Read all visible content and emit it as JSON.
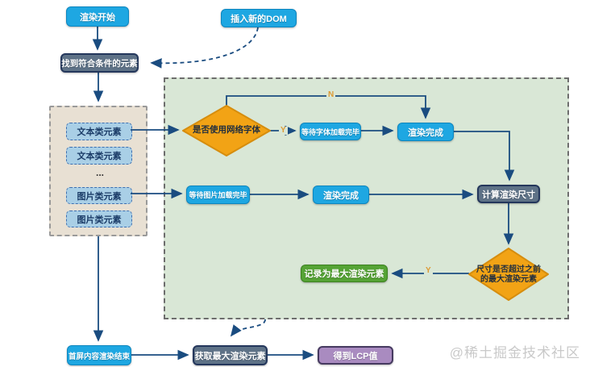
{
  "diagram": {
    "nodes": {
      "render_start": "渲染开始",
      "insert_dom": "插入新的DOM",
      "find_elements": "找到符合条件的元素",
      "text_element_1": "文本类元素",
      "text_element_2": "文本类元素",
      "ellipsis": "...",
      "image_element_1": "图片类元素",
      "image_element_2": "图片类元素",
      "use_webfont": "是否使用网络字体",
      "wait_font": "等待字体加载完毕",
      "render_done_font": "渲染完成",
      "wait_image": "等待图片加载完毕",
      "render_done_image": "渲染完成",
      "calc_size": "计算渲染尺寸",
      "size_check_line1": "尺寸是否超过之前",
      "size_check_line2": "的最大渲染元素",
      "record_max": "记录为最大渲染元素",
      "first_screen_end": "首屏内容渲染结束",
      "get_max": "获取最大渲染元素",
      "lcp_value": "得到LCP值"
    },
    "branch_labels": {
      "webfont_no": "N",
      "webfont_yes": "Y",
      "size_yes": "Y"
    },
    "watermark": "@稀土掘金技术社区",
    "colors": {
      "process_blue": "#1ea7e2",
      "process_slate": "#5e7287",
      "decision_orange": "#f2a315",
      "result_green": "#55a335",
      "final_purple": "#a98bc0",
      "element_lightblue": "#a9cfe6",
      "panel_green": "#d9e7d6",
      "container_beige": "#e8e0d3",
      "arrow_navy": "#1a4c80",
      "branch_label_orange": "#dd9a33"
    }
  }
}
